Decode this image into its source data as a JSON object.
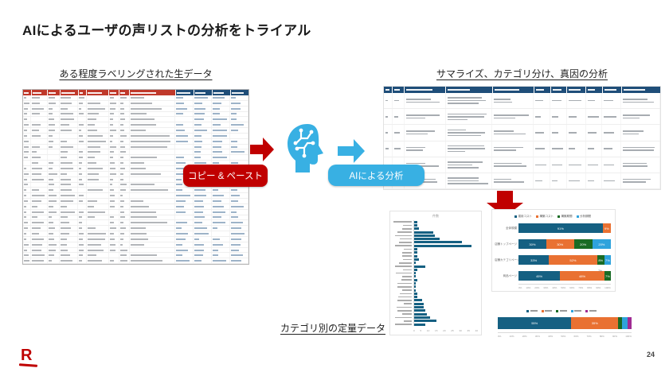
{
  "slide": {
    "title": "AIによるユーザの声リストの分析をトライアル",
    "page_number": "24",
    "logo_letter": "R"
  },
  "labels": {
    "left_caption": "ある程度ラベリングされた生データ",
    "right_caption": "サマライズ、カテゴリ分け、真因の分析",
    "bottom_caption": "カテゴリ別の定量データ",
    "copy_paste": "コピー & ペースト",
    "ai_analysis": "AIによる分析"
  },
  "icons": {
    "ai_head": "head-silhouette-with-circuit-brain",
    "arrow_red_right": "thick-right-arrow-red",
    "arrow_blue_right": "thick-right-arrow-blue",
    "arrow_red_down": "thick-down-arrow-red",
    "logo": "rakuten-r-logo"
  },
  "colors": {
    "accent_red": "#C00000",
    "accent_blue": "#38B0E3",
    "raw_header_red": "#C0392B",
    "header_navy": "#1F4E79",
    "chart_teal": "#156082",
    "chart_orange": "#E97132",
    "chart_green": "#196B24",
    "chart_lightblue": "#2FA3DC",
    "chart_magenta": "#A02B93",
    "logo_red": "#BF0000"
  },
  "raw_table": {
    "row_count": 31,
    "cell_text_legibility": "illegible-tiny-text",
    "columns": [
      {
        "w": 3,
        "group": "red"
      },
      {
        "w": 7,
        "group": "red"
      },
      {
        "w": 5,
        "group": "red"
      },
      {
        "w": 8,
        "group": "red"
      },
      {
        "w": 3,
        "group": "red"
      },
      {
        "w": 10,
        "group": "red"
      },
      {
        "w": 4,
        "group": "red"
      },
      {
        "w": 4,
        "group": "red"
      },
      {
        "w": 22,
        "group": "red"
      },
      {
        "w": 8,
        "group": "navy"
      },
      {
        "w": 8,
        "group": "navy"
      },
      {
        "w": 8,
        "group": "navy"
      },
      {
        "w": 8,
        "group": "navy"
      }
    ]
  },
  "result_table": {
    "row_count": 6,
    "cell_text_legibility": "illegible-tiny-text",
    "columns": [
      {
        "w": 2,
        "lines": 1
      },
      {
        "w": 3,
        "lines": 1
      },
      {
        "w": 15,
        "lines": 2
      },
      {
        "w": 17,
        "lines": 3
      },
      {
        "w": 15,
        "lines": 2
      },
      {
        "w": 5,
        "lines": 1
      },
      {
        "w": 5,
        "lines": 1
      },
      {
        "w": 6,
        "lines": 1
      },
      {
        "w": 5,
        "lines": 1
      },
      {
        "w": 6,
        "lines": 1
      },
      {
        "w": 14,
        "lines": 2
      }
    ]
  },
  "chart_data": [
    {
      "type": "bar",
      "orientation": "horizontal",
      "title": "件数",
      "labels_legibility": "illegible-tiny-text",
      "categories": [
        "",
        "",
        "",
        "",
        "",
        "",
        "",
        "",
        "",
        "",
        "",
        "",
        "",
        "",
        "",
        "",
        "",
        "",
        "",
        "",
        "",
        "",
        "",
        "",
        "",
        "",
        "",
        "",
        "",
        "",
        ""
      ],
      "values": [
        2,
        2,
        3,
        12,
        13,
        16,
        30,
        36,
        2,
        2,
        2,
        3,
        1,
        7,
        2,
        1,
        1,
        2,
        1,
        1,
        1,
        2,
        2,
        5,
        6,
        6,
        7,
        8,
        10,
        14,
        7
      ],
      "xlim": [
        0,
        40
      ],
      "x_ticks": [
        "0",
        "5",
        "10",
        "15",
        "20",
        "25",
        "30",
        "35",
        "40"
      ],
      "bar_color": "#156082",
      "grid": false
    },
    {
      "type": "bar",
      "subtype": "stacked-100",
      "legend_position": "top",
      "labels_legibility": "low",
      "categories": [
        "全体規模",
        "店舗トップページ",
        "店舗カテゴリページ",
        "商品ページ"
      ],
      "series": [
        {
          "name": "運用コスト",
          "color": "#156082",
          "values": [
            91,
            30,
            33,
            45
          ]
        },
        {
          "name": "構築コスト",
          "color": "#E97132",
          "values": [
            9,
            30,
            52,
            48
          ]
        },
        {
          "name": "構築期間",
          "color": "#196B24",
          "values": [
            0,
            20,
            8,
            7
          ]
        },
        {
          "name": "分析期間",
          "color": "#2FA3DC",
          "values": [
            0,
            20,
            7,
            0
          ]
        }
      ],
      "x_ticks": [
        "0%",
        "10%",
        "20%",
        "30%",
        "40%",
        "50%",
        "60%",
        "70%",
        "80%",
        "90%",
        "100%"
      ],
      "annotation": "7%"
    },
    {
      "type": "bar",
      "subtype": "stacked-100",
      "legend_position": "top",
      "labels_legibility": "illegible-tiny-text",
      "categories": [
        ""
      ],
      "series": [
        {
          "name": "",
          "color": "#156082",
          "values": [
            55
          ]
        },
        {
          "name": "",
          "color": "#E97132",
          "values": [
            35
          ]
        },
        {
          "name": "",
          "color": "#196B24",
          "values": [
            3
          ]
        },
        {
          "name": "",
          "color": "#2FA3DC",
          "values": [
            4
          ]
        },
        {
          "name": "",
          "color": "#A02B93",
          "values": [
            3
          ]
        }
      ],
      "x_ticks": [
        "0%",
        "10%",
        "20%",
        "30%",
        "40%",
        "50%",
        "60%",
        "70%",
        "80%",
        "90%",
        "100%"
      ]
    }
  ]
}
